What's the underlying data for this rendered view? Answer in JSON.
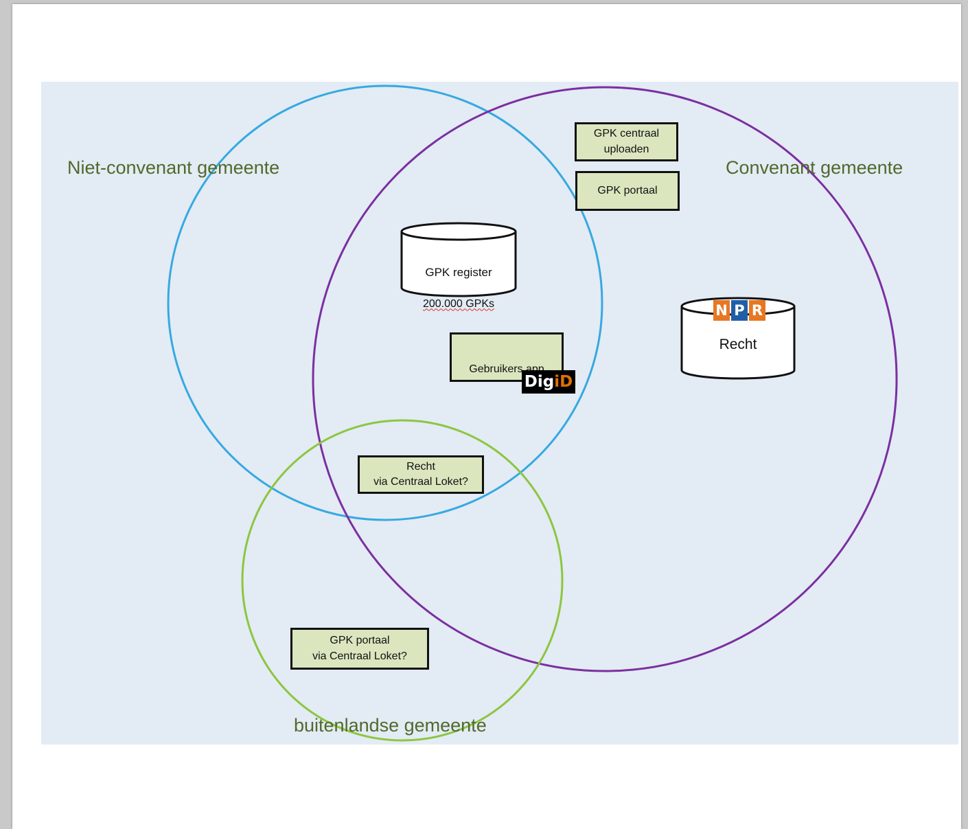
{
  "regions": {
    "niet_convenant": "Niet-convenant gemeente",
    "convenant": "Convenant gemeente",
    "buitenlandse": "buitenlandse gemeente"
  },
  "boxes": {
    "gpk_centraal_uploaden": "GPK centraal\nuploaden",
    "gpk_portaal": "GPK portaal",
    "gebruikers_app": "Gebruikers app",
    "recht_centraal_loket": "Recht\nvia Centraal Loket?",
    "gpk_portaal_centraal_loket": "GPK portaal\nvia Centraal Loket?"
  },
  "databases": {
    "gpk_register_line1": "GPK register",
    "gpk_register_line2": "200.000 GPKs",
    "npr_recht": "Recht"
  },
  "logos": {
    "digid_a": "Dig",
    "digid_b": "iD",
    "npr": [
      "N",
      "P",
      "R"
    ]
  },
  "colors": {
    "circle_blue": "#36a9e1",
    "circle_purple": "#7b2fa0",
    "circle_green": "#8cc63f",
    "npr_orange": "#e87722",
    "npr_blue": "#1f5fa8"
  }
}
